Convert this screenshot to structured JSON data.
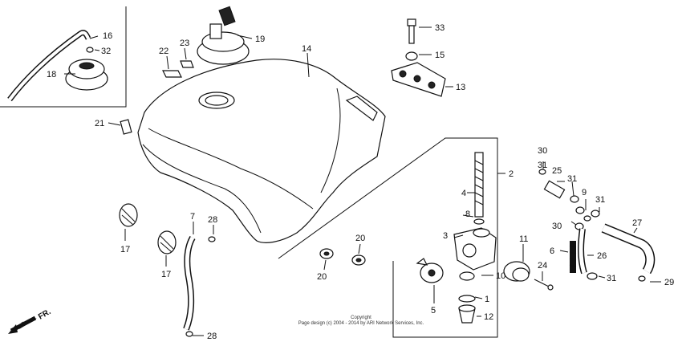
{
  "diagram": {
    "callouts": {
      "c1": "1",
      "c2": "2",
      "c3": "3",
      "c4": "4",
      "c5": "5",
      "c6": "6",
      "c7": "7",
      "c8": "8",
      "c9": "9",
      "c10": "10",
      "c11": "11",
      "c12": "12",
      "c13": "13",
      "c14": "14",
      "c15": "15",
      "c16": "16",
      "c17a": "17",
      "c17b": "17",
      "c18": "18",
      "c19": "19",
      "c20a": "20",
      "c20b": "20",
      "c21": "21",
      "c22": "22",
      "c23": "23",
      "c24": "24",
      "c25": "25",
      "c26": "26",
      "c27": "27",
      "c28a": "28",
      "c28b": "28",
      "c29": "29",
      "c30a": "30",
      "c30b": "30",
      "c31a": "31",
      "c31b": "31",
      "c31c": "31",
      "c31d": "31",
      "c32": "32",
      "c33": "33"
    },
    "front_marker": "FR.",
    "copyright_line1": "Copyright",
    "copyright_line2": "Page design (c) 2004 - 2014 by ARI Network Services, Inc."
  }
}
